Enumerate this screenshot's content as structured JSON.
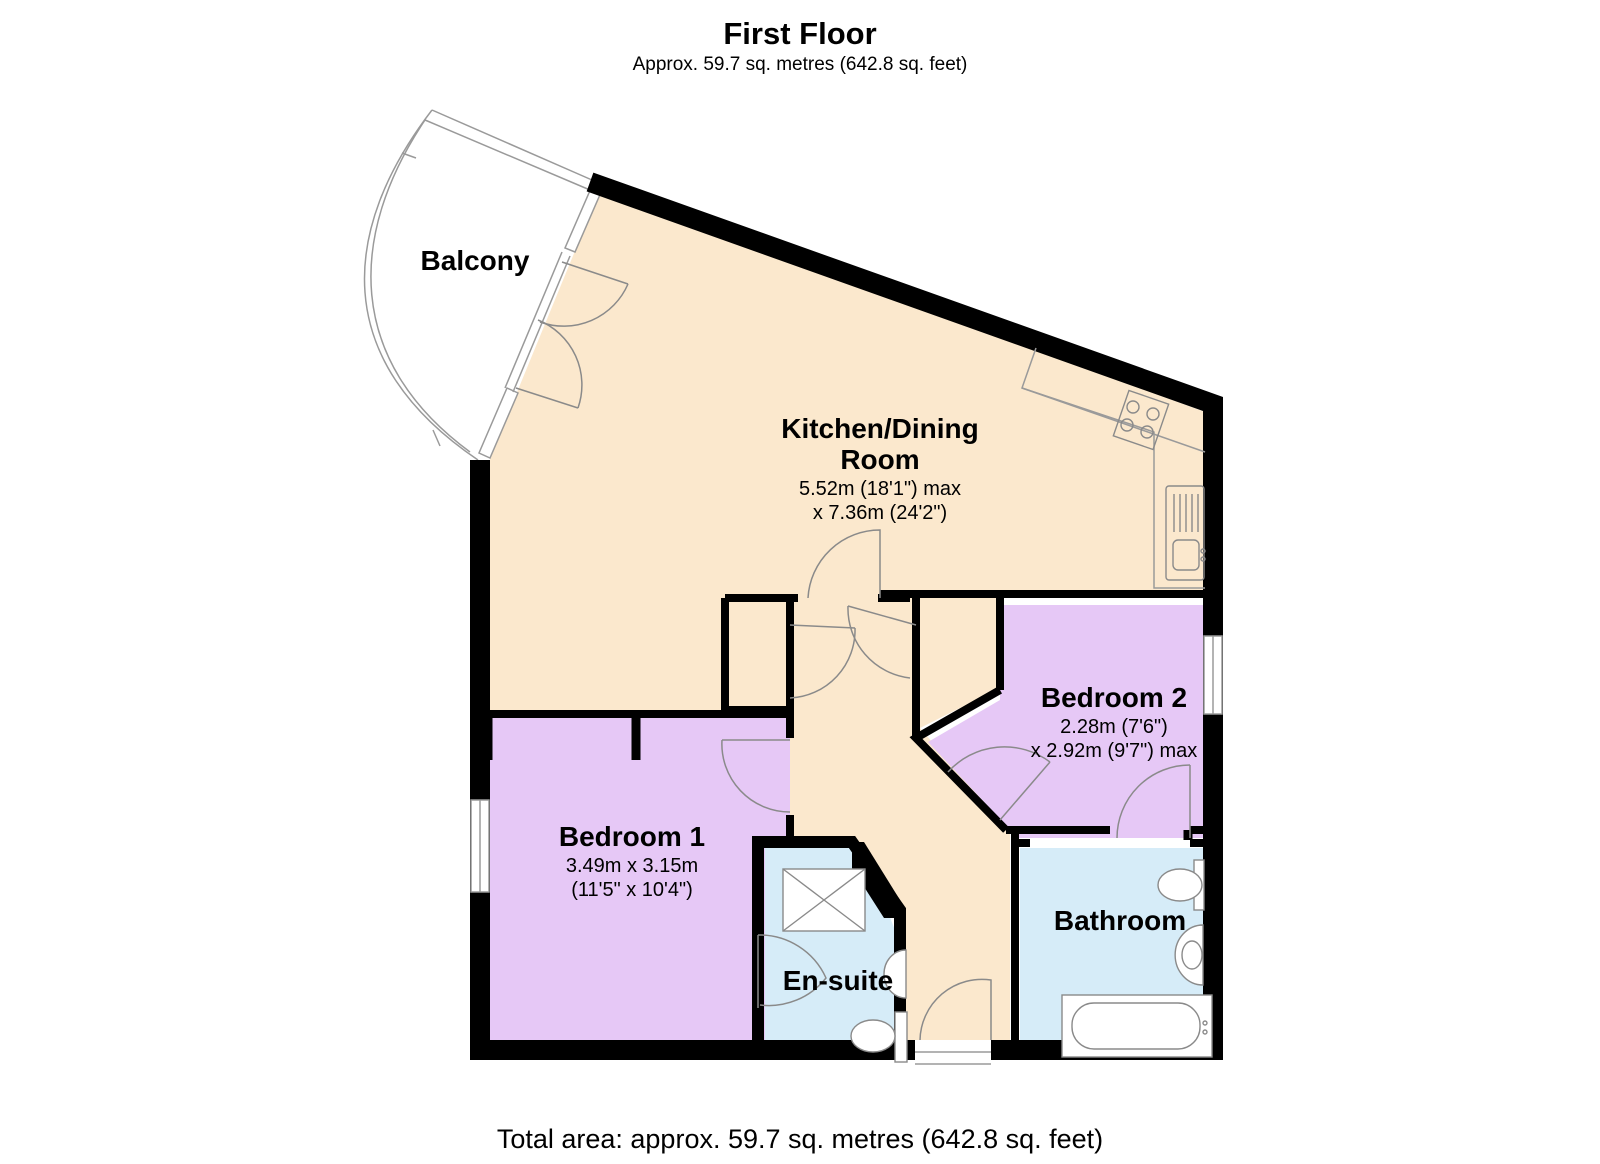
{
  "header": {
    "title": "First Floor",
    "subtitle": "Approx. 59.7 sq. metres (642.8 sq. feet)"
  },
  "footer": {
    "total_area": "Total area: approx. 59.7 sq. metres (642.8 sq. feet)"
  },
  "rooms": {
    "balcony": {
      "name": "Balcony"
    },
    "kitchen": {
      "name_line1": "Kitchen/Dining",
      "name_line2": "Room",
      "dim_line1": "5.52m (18'1\") max",
      "dim_line2": "x 7.36m (24'2\")"
    },
    "bedroom1": {
      "name": "Bedroom 1",
      "dim_line1": "3.49m x 3.15m",
      "dim_line2": "(11'5\" x 10'4\")"
    },
    "bedroom2": {
      "name": "Bedroom 2",
      "dim_line1": "2.28m (7'6\")",
      "dim_line2": "x 2.92m (9'7\") max"
    },
    "bathroom": {
      "name": "Bathroom"
    },
    "ensuite": {
      "name": "En-suite"
    }
  },
  "colors": {
    "kitchen_fill": "#fbe8cd",
    "hall_fill": "#fbe8cd",
    "bedroom_fill": "#e6c8f6",
    "bath_fill": "#d6ecf8",
    "wall": "#000000",
    "fixture_stroke": "#9a9a9a"
  }
}
